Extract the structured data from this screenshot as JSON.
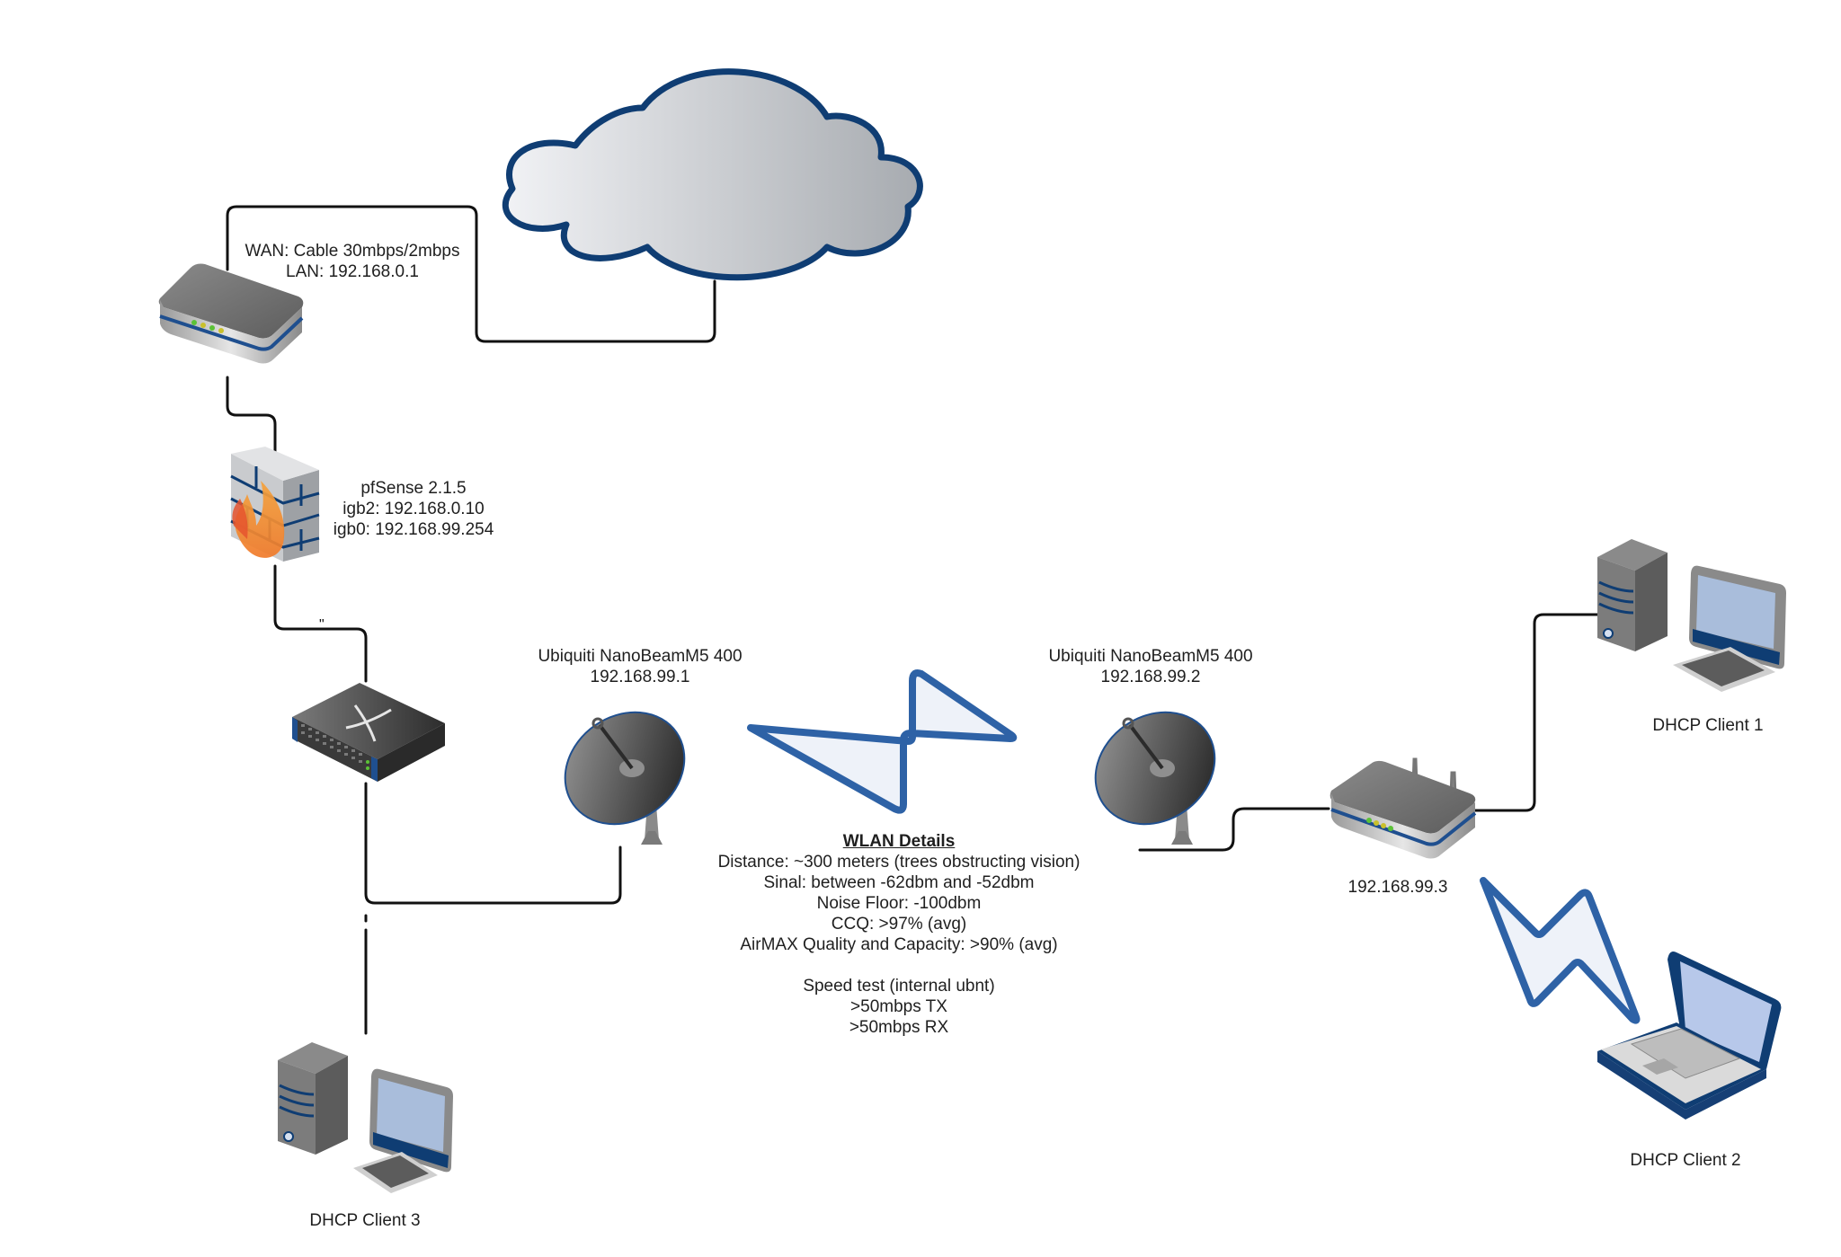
{
  "diagram": {
    "type": "network-topology",
    "colors": {
      "line": "#111111",
      "accent_blue": "#0f3d73",
      "wireless_stroke": "#2e62a6",
      "wireless_fill": "#eef2f9",
      "device_gray": "#6d6d6d",
      "screen": "#a9bddb"
    },
    "nodes": {
      "internet": {
        "icon": "cloud-icon",
        "label": ""
      },
      "modem": {
        "icon": "modem-icon",
        "lines": [
          "WAN: Cable 30mbps/2mbps",
          "LAN: 192.168.0.1"
        ]
      },
      "firewall": {
        "icon": "firewall-icon",
        "lines": [
          "pfSense 2.1.5",
          "igb2: 192.168.0.10",
          "igb0: 192.168.99.254"
        ]
      },
      "switch": {
        "icon": "switch-icon",
        "label": ""
      },
      "ap1": {
        "icon": "dish-antenna-icon",
        "lines": [
          "Ubiquiti NanoBeamM5 400",
          "192.168.99.1"
        ]
      },
      "ap2": {
        "icon": "dish-antenna-icon",
        "lines": [
          "Ubiquiti NanoBeamM5 400",
          "192.168.99.2"
        ]
      },
      "wifi_router": {
        "icon": "wireless-router-icon",
        "lines": [
          "192.168.99.3"
        ]
      },
      "client1": {
        "icon": "desktop-computer-icon",
        "lines": [
          "DHCP Client 1"
        ]
      },
      "client2": {
        "icon": "laptop-icon",
        "lines": [
          "DHCP Client 2"
        ]
      },
      "client3": {
        "icon": "desktop-computer-icon",
        "lines": [
          "DHCP Client 3"
        ]
      }
    },
    "wlan_details": {
      "title": "WLAN Details",
      "lines": [
        "Distance: ~300 meters (trees obstructing vision)",
        "Sinal: between -62dbm and -52dbm",
        "Noise Floor: -100dbm",
        "CCQ: >97% (avg)",
        "AirMAX Quality and Capacity: >90% (avg)",
        "",
        "Speed test (internal ubnt)",
        ">50mbps TX",
        ">50mbps RX"
      ]
    },
    "line_mark": "\"",
    "links": [
      {
        "from": "modem",
        "to": "internet",
        "kind": "wired"
      },
      {
        "from": "modem",
        "to": "firewall",
        "kind": "wired"
      },
      {
        "from": "firewall",
        "to": "switch",
        "kind": "wired"
      },
      {
        "from": "switch",
        "to": "ap1",
        "kind": "wired"
      },
      {
        "from": "switch",
        "to": "client3",
        "kind": "wired"
      },
      {
        "from": "ap1",
        "to": "ap2",
        "kind": "wireless"
      },
      {
        "from": "ap2",
        "to": "wifi_router",
        "kind": "wired"
      },
      {
        "from": "wifi_router",
        "to": "client1",
        "kind": "wired"
      },
      {
        "from": "wifi_router",
        "to": "client2",
        "kind": "wireless"
      }
    ]
  }
}
